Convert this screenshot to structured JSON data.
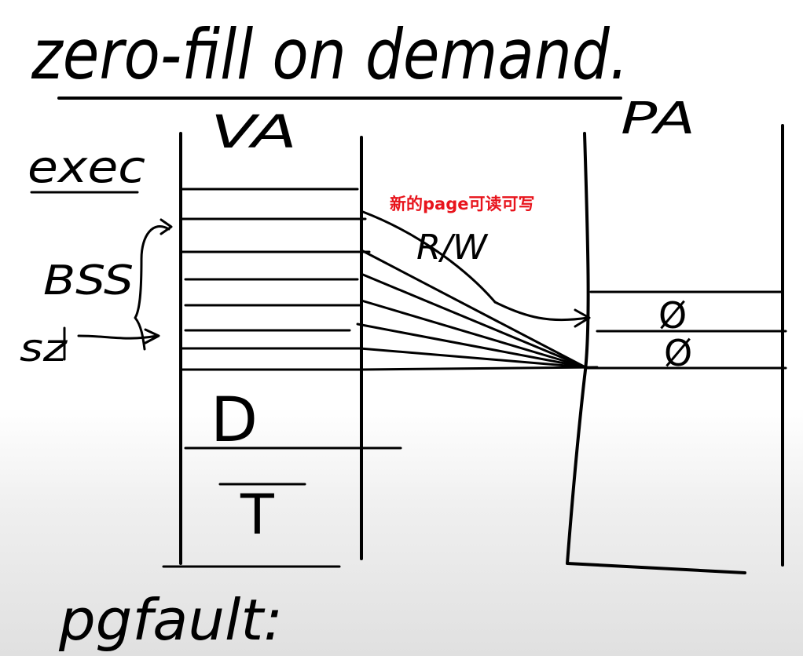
{
  "title": "zero-fill on demand.",
  "va_label": "VA",
  "pa_label": "PA",
  "exec_label": "exec",
  "bss_label": "BSS",
  "sz_label": "sz",
  "data_segment_label": "D",
  "text_segment_label": "T",
  "permission_label": "R/W",
  "zero_page_label_1": "Ø",
  "zero_page_label_2": "Ø",
  "pgfault_label": "pgfault:",
  "annotation": "新的page可读可写",
  "colors": {
    "ink": "#000000",
    "annotation": "#e8141c",
    "background": "#ffffff"
  }
}
